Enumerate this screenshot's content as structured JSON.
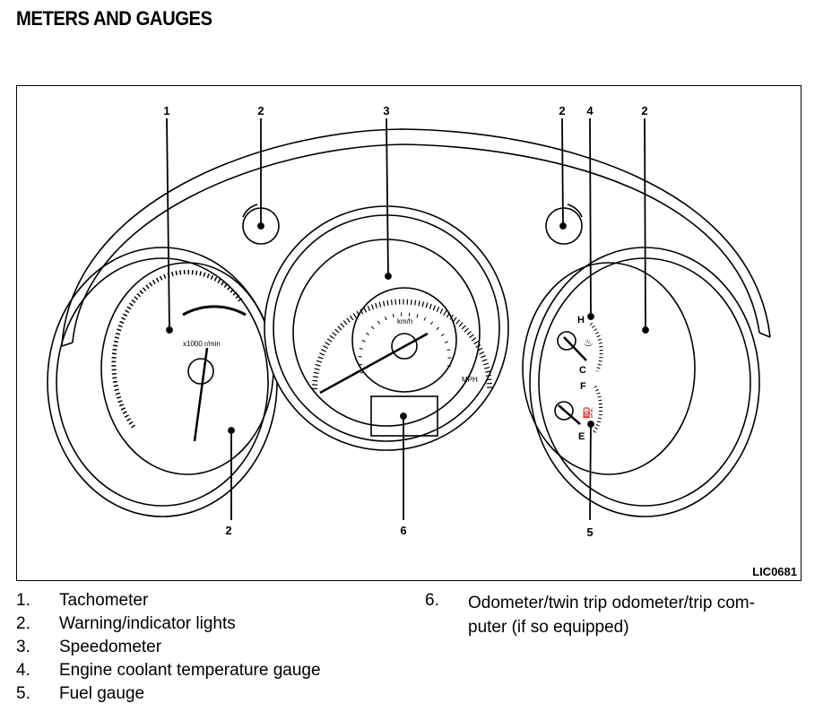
{
  "page": {
    "heading": "METERS AND GAUGES",
    "figure_id": "LIC0681"
  },
  "callouts": {
    "c1": "1",
    "c2a": "2",
    "c3": "3",
    "c2b": "2",
    "c4": "4",
    "c2c": "2",
    "c2d": "2",
    "c6": "6",
    "c5": "5"
  },
  "dial_text": {
    "tach_unit": "x1000 r/min",
    "speedo_inner_unit": "km/h",
    "speedo_outer_unit": "MPH",
    "temp_hot": "H",
    "temp_cold": "C",
    "fuel_full": "F",
    "fuel_empty": "E"
  },
  "legend": {
    "left": [
      {
        "num": "1.",
        "text": "Tachometer"
      },
      {
        "num": "2.",
        "text": "Warning/indicator lights"
      },
      {
        "num": "3.",
        "text": "Speedometer"
      },
      {
        "num": "4.",
        "text": "Engine coolant temperature gauge"
      },
      {
        "num": "5.",
        "text": "Fuel gauge"
      }
    ],
    "right": [
      {
        "num": "6.",
        "text": "Odometer/twin trip odometer/trip com-\nputer (if so equipped)"
      }
    ]
  }
}
